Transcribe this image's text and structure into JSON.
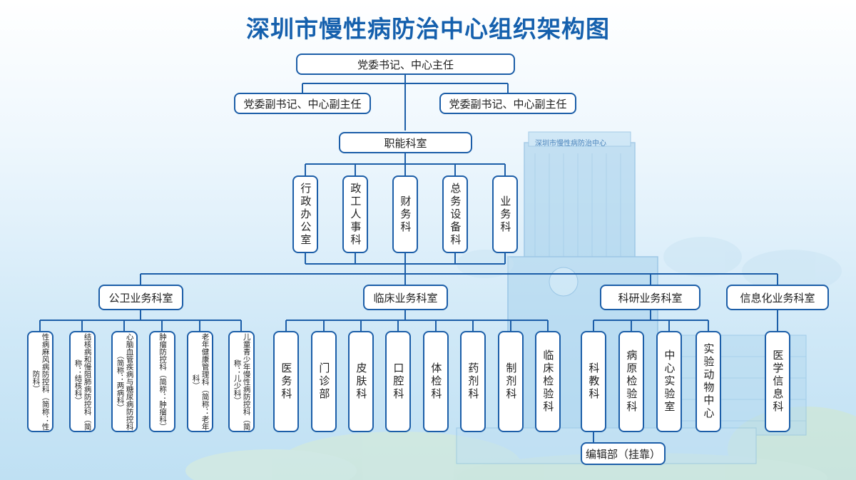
{
  "title": "深圳市慢性病防治中心组织架构图",
  "building_sign": "深圳市慢性病防治中心",
  "colors": {
    "title": "#1560ad",
    "border": "#1c5ea8",
    "line": "#1c5ea8"
  },
  "leadership": {
    "director": "党委书记、中心主任",
    "deputy_left": "党委副书记、中心副主任",
    "deputy_right": "党委副书记、中心副主任"
  },
  "functional": {
    "label": "职能科室",
    "units": [
      "行政办公室",
      "政工人事科",
      "财务科",
      "总务设备科",
      "业务科"
    ]
  },
  "divisions": {
    "public_health": {
      "label": "公卫业务科室",
      "units": [
        "性病麻风病防控科（简称：性防科）",
        "结核病和慢阻肺病防控科（简称：结核科）",
        "心脑血管疾病与糖尿病防控科（简称：两病科）",
        "肿瘤防控科（简称：肿瘤科）",
        "老年健康管理科（简称：老年科）",
        "儿童青少年慢性病防控科（简称：儿少科）"
      ]
    },
    "clinical": {
      "label": "临床业务科室",
      "units": [
        "医务科",
        "门诊部",
        "皮肤科",
        "口腔科",
        "体检科",
        "药剂科",
        "制剂科",
        "临床检验科"
      ]
    },
    "research": {
      "label": "科研业务科室",
      "units": [
        "科教科",
        "病原检验科",
        "中心实验室",
        "实验动物中心"
      ],
      "sub_unit": "编辑部（挂靠）"
    },
    "informatics": {
      "label": "信息化业务科室",
      "units": [
        "医学信息科"
      ]
    }
  }
}
